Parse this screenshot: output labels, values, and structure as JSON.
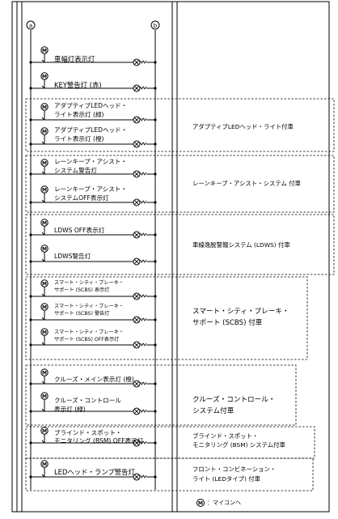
{
  "buses": {
    "left": "ⓐ",
    "right": "ⓑ"
  },
  "symbols": {
    "micom": "M",
    "lamp": "lamp-icon"
  },
  "indicators": {
    "i1": "車幅灯表示灯",
    "i2": "KEY警告灯 (赤)",
    "i3_l1": "アダプティブLEDヘッド・",
    "i3_l2": "ライト表示灯 (緑)",
    "i4_l1": "アダプティブLEDヘッド・",
    "i4_l2": "ライト表示灯 (橙)",
    "i5_l1": "レーンキープ・アシスト・",
    "i5_l2": "システム警告灯",
    "i6_l1": "レーンキープ・アシスト・",
    "i6_l2": "システムOFF表示灯",
    "i7": "LDWS OFF表示灯",
    "i8": "LDWS警告灯",
    "i9_l1": "スマート・シティ・ブレーキ・",
    "i9_l2": "サポート (SCBS) 表示灯",
    "i10_l1": "スマート・シティ・ブレーキ・",
    "i10_l2": "サポート (SCBS) 警告灯",
    "i11_l1": "スマート・シティ・ブレーキ・",
    "i11_l2": "サポート (SCBS) OFF表示灯",
    "i12": "クルーズ・メイン表示灯 (橙)",
    "i13_l1": "クルーズ・コントロール",
    "i13_l2": "表示灯 (緑)",
    "i14_l1": "ブラインド・スポット・",
    "i14_l2": "モニタリング (BSM) OFF表示灯",
    "i15": "LEDヘッド・ランプ警告灯"
  },
  "groups": {
    "g1": "アダプティブLEDヘッド・ライト付車",
    "g2": "レーンキープ・アシスト・システム 付車",
    "g3": "車線逸脱警報システム (LDWS) 付車",
    "g4_l1": "スマート・シティ・ブレーキ・",
    "g4_l2": "サポート (SCBS) 付車",
    "g5_l1": "クルーズ・コントロール・",
    "g5_l2": "システム付車",
    "g6_l1": "ブラインド・スポット・",
    "g6_l2": "モニタリング (BSM) システム付車",
    "g7_l1": "フロント・コンビネーション・",
    "g7_l2": "ライト (LEDタイプ) 付車"
  },
  "legend": {
    "symbol": "M",
    "text": "：マイコンへ"
  }
}
